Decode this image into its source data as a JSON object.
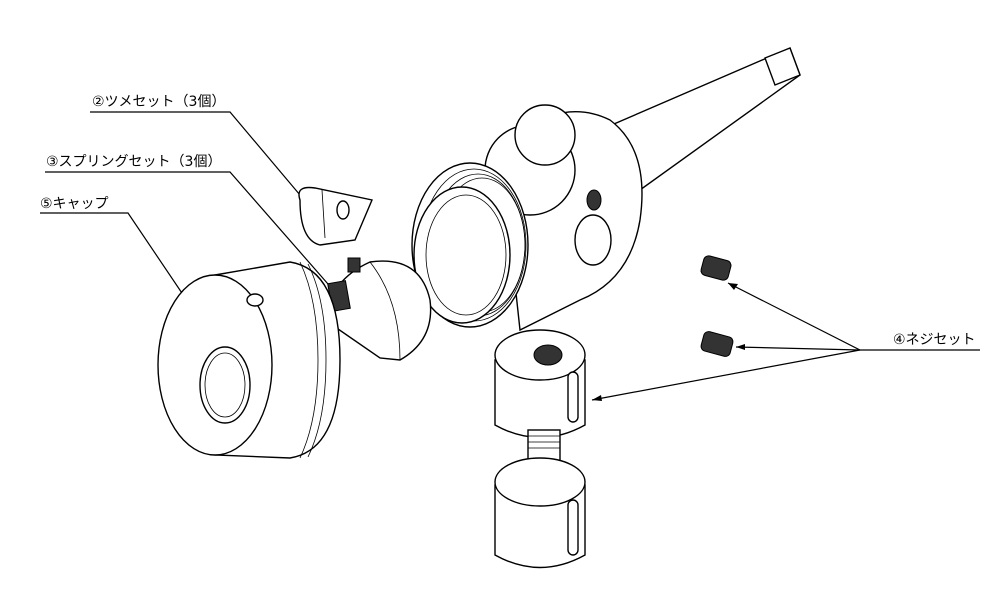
{
  "labels": {
    "claw_set": "②ツメセット（3個）",
    "spring_set": "③スプリングセット（3個）",
    "cap": "⑤キャップ",
    "screw_set": "④ネジセット"
  }
}
